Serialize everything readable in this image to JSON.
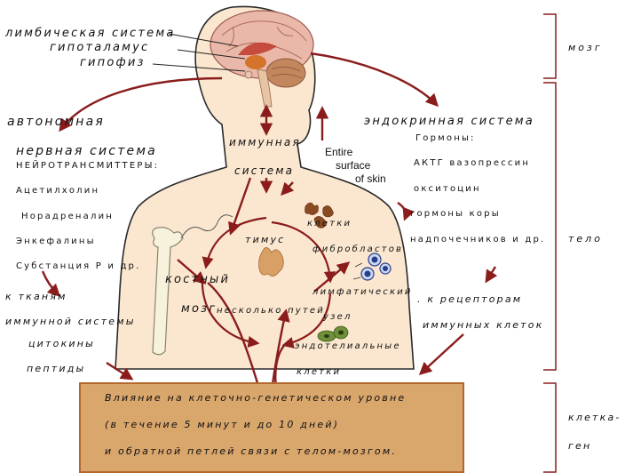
{
  "colors": {
    "arrow": "#8a1c1c",
    "body_fill": "#fbe7cf",
    "body_outline": "#2a2a2a",
    "box_fill": "#d9a66c",
    "box_border": "#b4672b",
    "bracket": "#8a1c1c",
    "thymus": "#d9a066"
  },
  "brain_labels": {
    "limbic": "лимбическая система",
    "hypothalamus": "гипоталамус",
    "pituitary": "гипофиз"
  },
  "autonomic": {
    "title1": "автономная",
    "title2": "нервная система",
    "subtitle": "НЕЙРОТРАНСМИТТЕРЫ:",
    "items": [
      "Ацетилхолин",
      "Норадреналин",
      "Энкефалины",
      "Субстанция Р и др."
    ],
    "to_tissues": "к тканям",
    "immune_system": "иммунной системы",
    "cytokines": "цитокины",
    "peptides": "пептиды"
  },
  "endocrine": {
    "title": "эндокринная система",
    "hormones": "Гормоны:",
    "items": [
      "АКТГ вазопрессин",
      "окситоцин",
      "гормоны коры",
      "надпочечников и др."
    ],
    "receptors": ". к рецепторам",
    "immune_cells": "иммунных клеток"
  },
  "center": {
    "immune1": "иммунная",
    "immune2": "система",
    "skin1": "Entire",
    "skin2": "surface",
    "skin3": "of skin",
    "thymus": "тимус",
    "cells": "клетки",
    "fibroblasts": "фибробластов",
    "bone1": "костный",
    "bone2": "мозг",
    "several_paths": "несколько путей",
    "lymph1": "лимфатический",
    "lymph2": "узел",
    "endothelial": "эндотелиальные",
    "endothelial_cells": "клетки"
  },
  "bottom_box": {
    "line1": "Влияние на клеточно-генетическом уровне",
    "line2": "(в течение 5 минут и до 10 дней)",
    "line3": "и обратной петлей связи с телом-мозгом."
  },
  "brackets": {
    "brain": "мозг",
    "body": "тело",
    "cell1": "клетка-",
    "cell2": "ген"
  }
}
